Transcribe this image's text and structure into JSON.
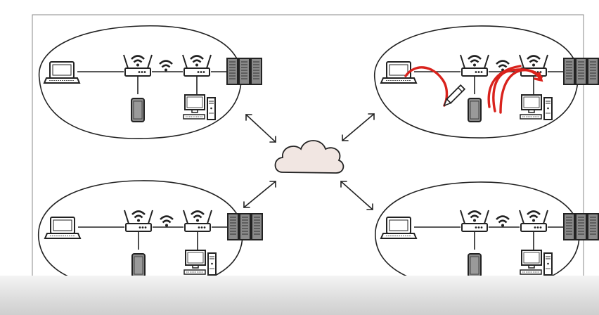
{
  "diagram": {
    "networks": [
      {
        "id": "top-left",
        "devices": [
          "laptop",
          "phone",
          "router",
          "router",
          "desktop",
          "server-rack"
        ],
        "highlighted": false
      },
      {
        "id": "top-right",
        "devices": [
          "laptop",
          "phone",
          "router",
          "router",
          "desktop",
          "server-rack"
        ],
        "highlighted": true
      },
      {
        "id": "bottom-left",
        "devices": [
          "laptop",
          "phone",
          "router",
          "router",
          "desktop",
          "server-rack"
        ],
        "highlighted": false
      },
      {
        "id": "bottom-right",
        "devices": [
          "laptop",
          "phone",
          "router",
          "router",
          "desktop",
          "server-rack"
        ],
        "highlighted": false
      }
    ],
    "center": "cloud-icon",
    "connections": [
      "top-left",
      "top-right",
      "bottom-left",
      "bottom-right"
    ],
    "colors": {
      "ink": "#222222",
      "cloud_fill": "#f1e6e2",
      "annotation_red": "#d9221c",
      "frame": "#888888",
      "device_gray": "#8a8a8a"
    },
    "icons": [
      "laptop-icon",
      "phone-icon",
      "router-icon",
      "wifi-icon",
      "desktop-icon",
      "server-rack-icon",
      "cloud-icon",
      "pencil-icon"
    ]
  }
}
